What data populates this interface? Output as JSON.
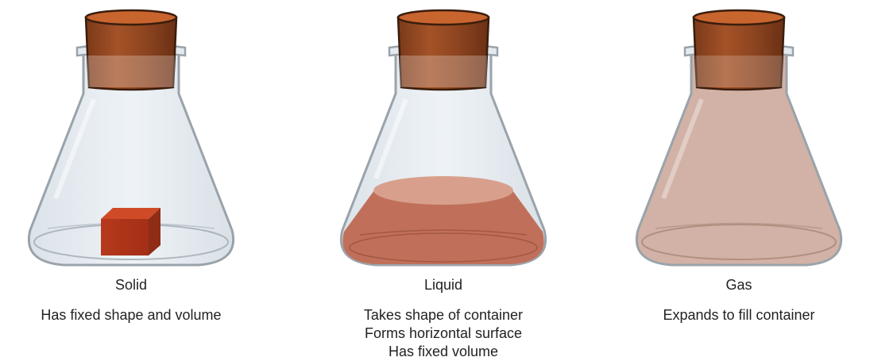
{
  "panels": [
    {
      "state": "Solid",
      "description": [
        "Has fixed shape and volume"
      ],
      "fill_color": "#b23a1f"
    },
    {
      "state": "Liquid",
      "description": [
        "Takes shape of container",
        "Forms horizontal surface",
        "Has fixed volume"
      ],
      "fill_color": "#c0705a"
    },
    {
      "state": "Gas",
      "description": [
        "Expands to fill container"
      ],
      "fill_color": "#caa596"
    }
  ],
  "colors": {
    "glass": "#dfe7ee",
    "glass_outline": "#9aa3aa",
    "cork": "#9a4a22",
    "cork_top": "#c8642e"
  }
}
